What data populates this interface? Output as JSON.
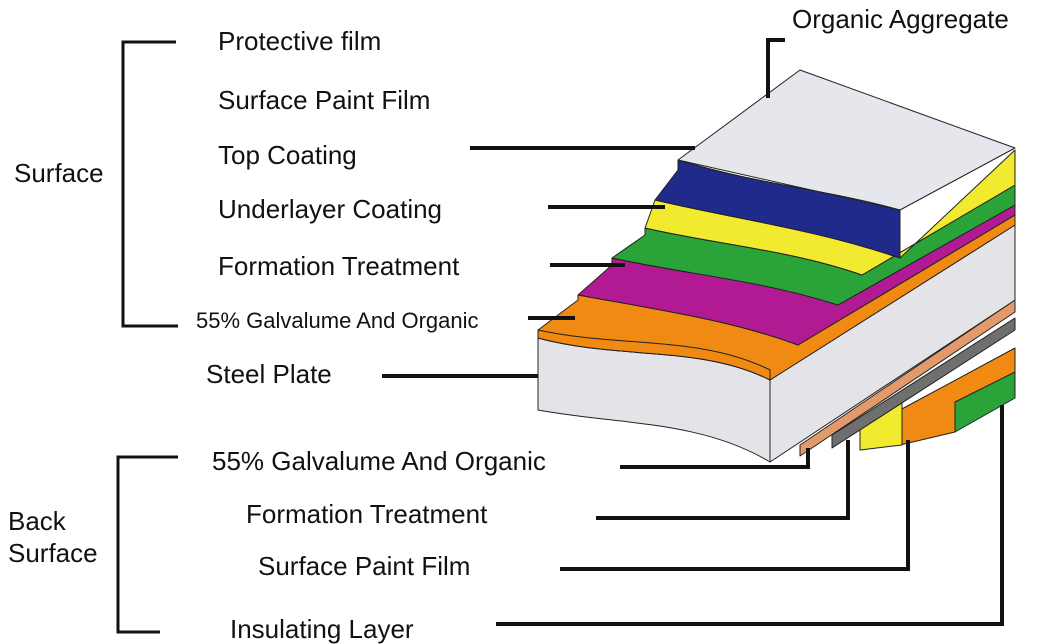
{
  "diagram": {
    "top_label": "Organic Aggregate",
    "surface_group": "Surface",
    "back_group_line1": "Back",
    "back_group_line2": "Surface",
    "surface_layers": [
      "Protective film",
      "Surface Paint Film",
      "Top Coating",
      "Underlayer Coating",
      "Formation Treatment",
      "55% Galvalume And Organic"
    ],
    "core_layer": "Steel Plate",
    "back_layers": [
      "55% Galvalume And Organic",
      "Formation Treatment",
      "Surface Paint Film",
      "Insulating Layer"
    ],
    "layer_colors": {
      "protective_film": "#e6e7ec",
      "top_coating": "#1f2a8a",
      "underlayer": "#f2ea2e",
      "green": "#2aa438",
      "formation": "#b11a92",
      "galvalume": "#f08a12",
      "steel": "#e4e4e8",
      "back_copper": "#e39a6a",
      "back_gray": "#6f6f6f"
    }
  }
}
